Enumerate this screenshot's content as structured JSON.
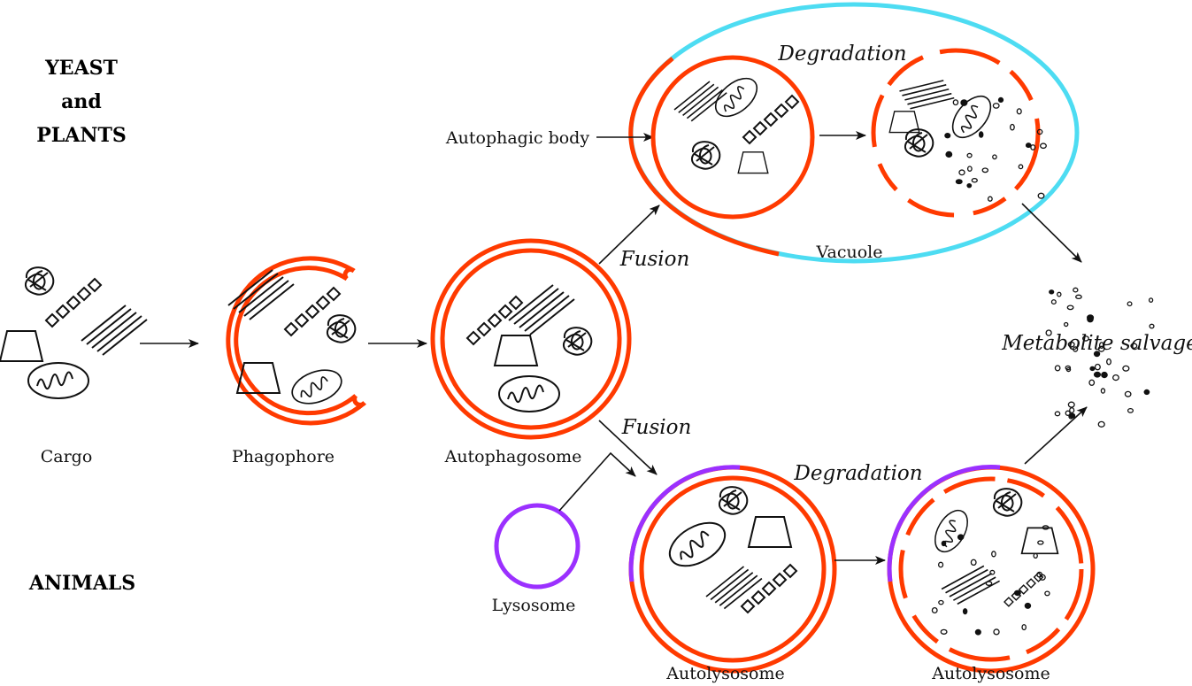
{
  "groups": {
    "yeast_line1": "YEAST",
    "yeast_line2": "and",
    "yeast_line3": "PLANTS",
    "animals": "ANIMALS"
  },
  "labels": {
    "cargo": "Cargo",
    "phagophore": "Phagophore",
    "autophagosome": "Autophagosome",
    "autophagic_body": "Autophagic body",
    "vacuole": "Vacuole",
    "lysosome": "Lysosome",
    "autolysosome_1": "Autolysosome",
    "autolysosome_2": "Autolysosome",
    "fusion_top": "Fusion",
    "fusion_bottom": "Fusion",
    "degradation_top": "Degradation",
    "degradation_bottom": "Degradation",
    "metabolite_salvage": "Metabolite salvage"
  },
  "colors": {
    "autophagosome_membrane": "#ff3a00",
    "vacuole": "#4ddcf2",
    "lysosome": "#9b30ff",
    "cargo": "#111111"
  }
}
